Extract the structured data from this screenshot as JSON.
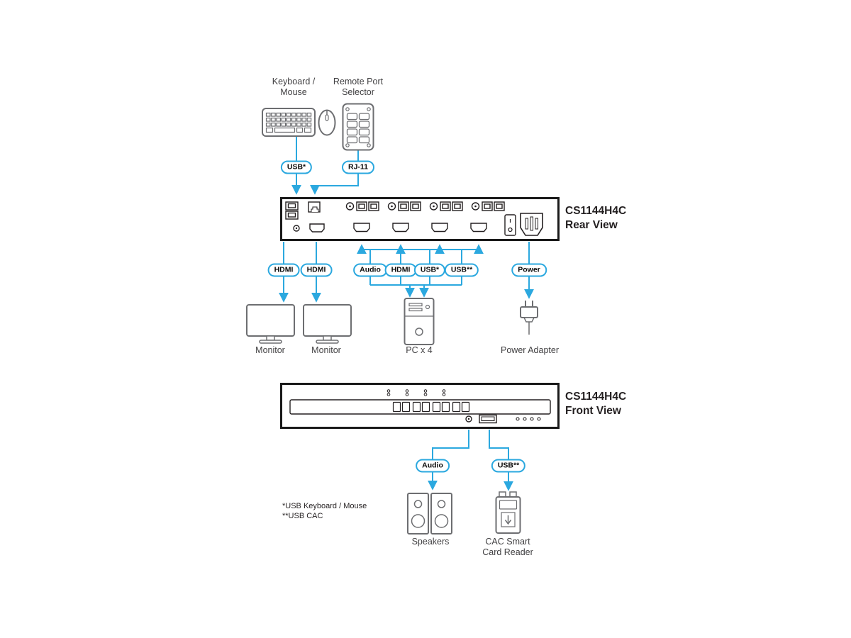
{
  "colors": {
    "accent": "#2BA8DF",
    "panel_outline": "#1a1a1a",
    "peripheral_outline": "#6d6e71",
    "text": "#414042"
  },
  "top": {
    "keyboard_mouse_line1": "Keyboard /",
    "keyboard_mouse_line2": "Mouse",
    "remote_line1": "Remote Port",
    "remote_line2": "Selector",
    "usb_badge": "USB*",
    "rj11_badge": "RJ-11"
  },
  "rear": {
    "title_line1": "CS1144H4C",
    "title_line2": "Rear View",
    "badge_hdmi_left": "HDMI",
    "badge_hdmi_right": "HDMI",
    "badge_audio": "Audio",
    "badge_hdmi_pc": "HDMI",
    "badge_usb": "USB*",
    "badge_usb_cac": "USB**",
    "badge_power": "Power",
    "label_monitor_left": "Monitor",
    "label_monitor_right": "Monitor",
    "label_pc": "PC x 4",
    "label_power_adapter": "Power Adapter"
  },
  "front": {
    "title_line1": "CS1144H4C",
    "title_line2": "Front View",
    "badge_audio": "Audio",
    "badge_usb": "USB**",
    "label_speakers": "Speakers",
    "label_cac_line1": "CAC Smart",
    "label_cac_line2": "Card Reader"
  },
  "footnotes": {
    "line1": "*USB Keyboard / Mouse",
    "line2": "**USB CAC"
  }
}
